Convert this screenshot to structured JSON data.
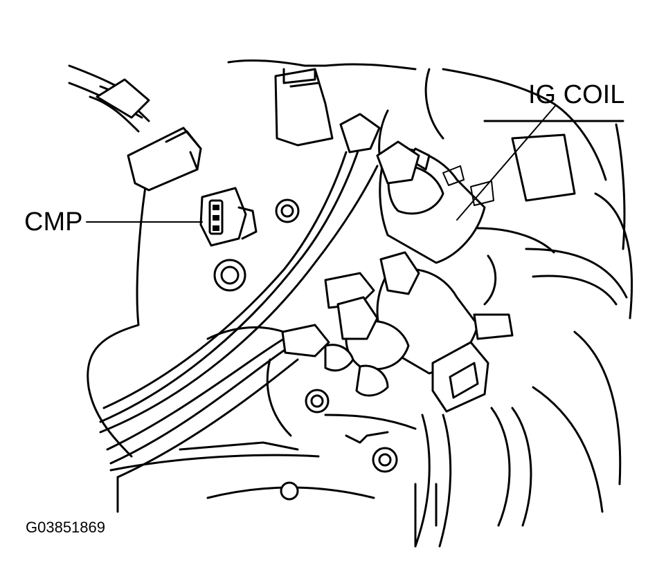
{
  "labels": {
    "ig_coil": "IG COIL",
    "cmp": "CMP",
    "figure_id": "G03851869"
  },
  "colors": {
    "line": "#000000",
    "background": "#ffffff"
  }
}
